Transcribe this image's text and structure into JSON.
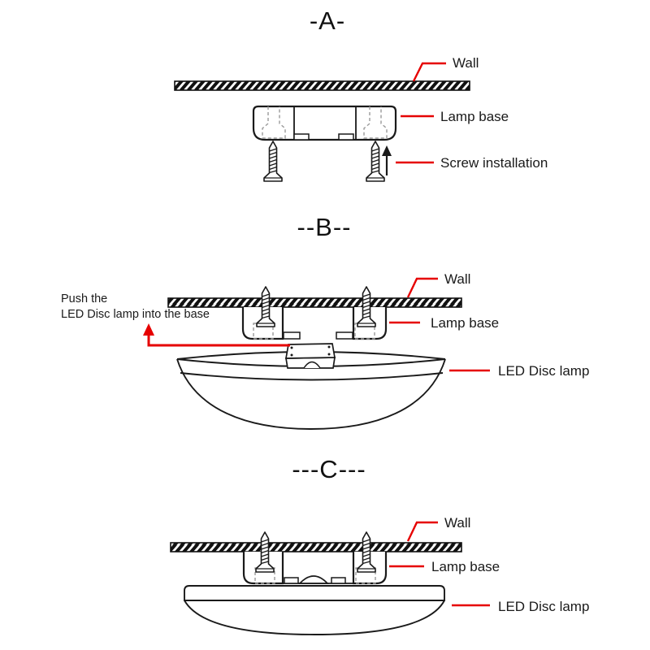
{
  "colors": {
    "line": "#1a1a1a",
    "accent_red": "#e60000",
    "background": "#ffffff"
  },
  "section_a": {
    "title": "-A-",
    "label_wall": "Wall",
    "label_lamp_base": "Lamp base",
    "label_screw": "Screw installation"
  },
  "section_b": {
    "title": "--B--",
    "push_note_line1": "Push the",
    "push_note_line2": "LED Disc lamp into the base",
    "label_wall": "Wall",
    "label_lamp_base": "Lamp base",
    "label_led_disc_lamp": "LED Disc lamp"
  },
  "section_c": {
    "title": "---C---",
    "label_wall": "Wall",
    "label_lamp_base": "Lamp base",
    "label_led_disc_lamp": "LED Disc lamp"
  }
}
